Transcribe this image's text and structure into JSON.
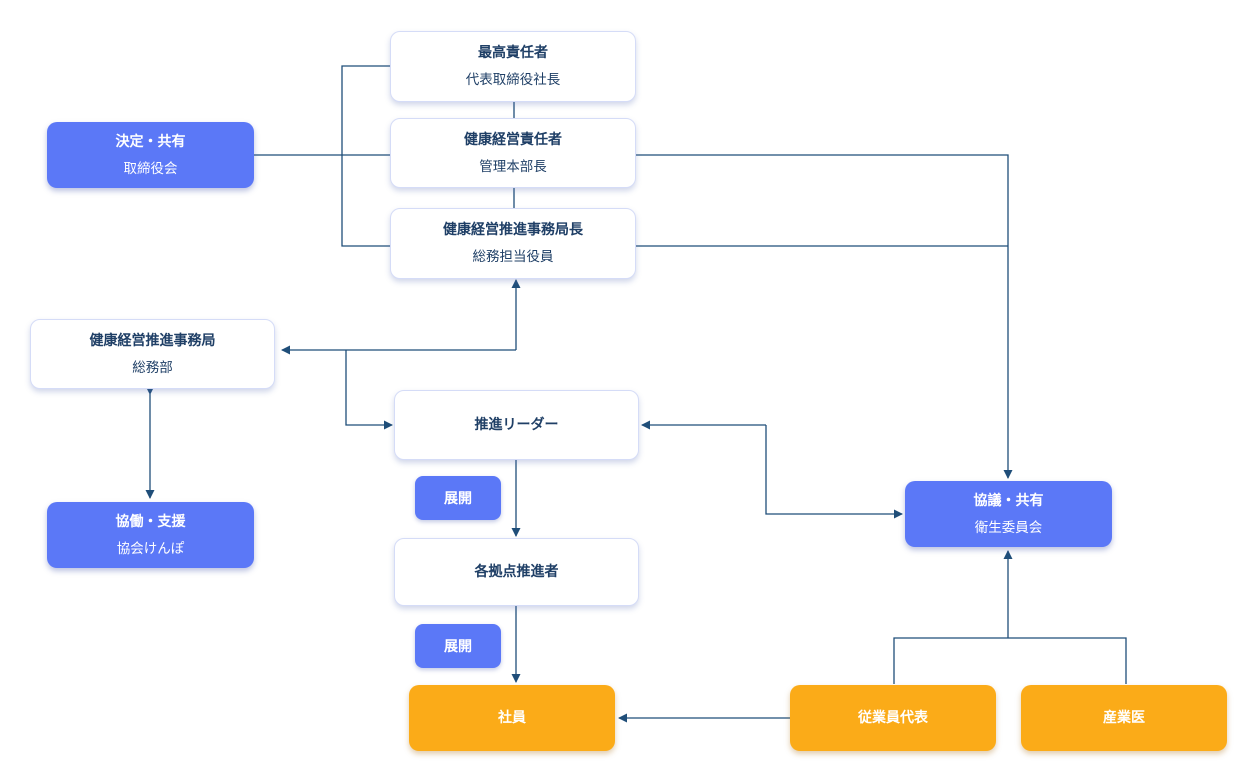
{
  "nodes": {
    "top_officer": {
      "title": "最高責任者",
      "sub": "代表取締役社長"
    },
    "board": {
      "title": "決定・共有",
      "sub": "取締役会"
    },
    "health_officer": {
      "title": "健康経営責任者",
      "sub": "管理本部長"
    },
    "office_chief": {
      "title": "健康経営推進事務局長",
      "sub": "総務担当役員"
    },
    "office": {
      "title": "健康経営推進事務局",
      "sub": "総務部"
    },
    "kyokai": {
      "title": "協働・支援",
      "sub": "協会けんぽ"
    },
    "leader": {
      "title": "推進リーダー"
    },
    "site_promoters": {
      "title": "各拠点推進者"
    },
    "committee": {
      "title": "協議・共有",
      "sub": "衛生委員会"
    },
    "employees": {
      "title": "社員"
    },
    "employee_rep": {
      "title": "従業員代表"
    },
    "doctor": {
      "title": "産業医"
    }
  },
  "tags": {
    "deploy_1": "展開",
    "deploy_2": "展開"
  },
  "colors": {
    "line": "#1f4e79",
    "blue_box": "#5b78f7",
    "orange_box": "#fbab18",
    "white_text": "#1f3f66"
  }
}
